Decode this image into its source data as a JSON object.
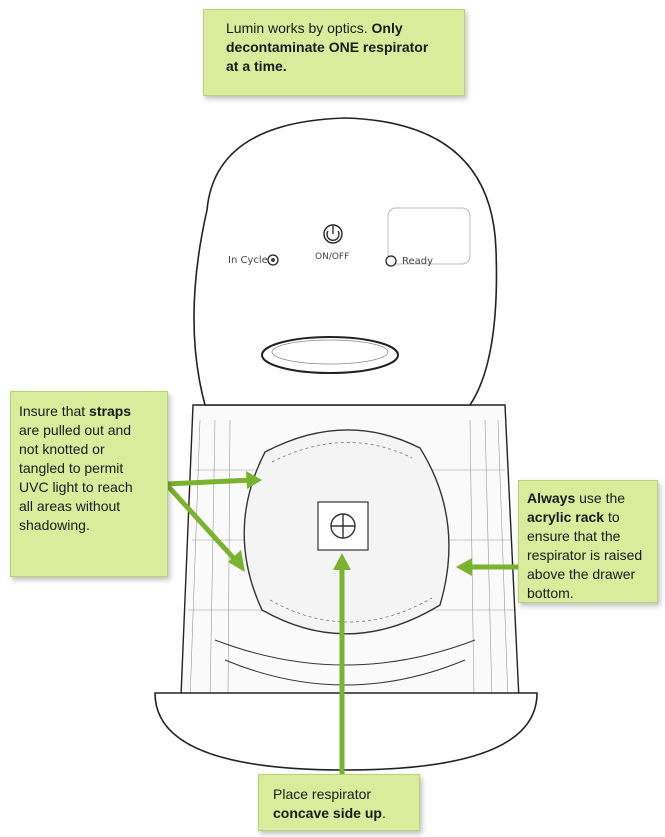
{
  "callouts": {
    "top": {
      "line1": "Lumin works by optics.",
      "line1_bold": "Only",
      "line2_bold": "decontaminate ONE respirator",
      "line3_bold": "at a time."
    },
    "left": {
      "t1": "Insure that",
      "t1_bold": "straps",
      "t2": "are pulled out and",
      "t3": "not knotted or",
      "t4": "tangled to permit",
      "t5": "UVC light to reach",
      "t6": "all areas without",
      "t7": "shadowing."
    },
    "right": {
      "t1_bold": "Always",
      "t1": "use the",
      "t2_bold": "acrylic rack",
      "t2": "to",
      "t3": "ensure that the",
      "t4": "respirator is raised",
      "t5": "above the drawer",
      "t6": "bottom."
    },
    "bottom": {
      "t1": "Place respirator",
      "t2_bold": "concave side up",
      "t2": "."
    }
  },
  "device_labels": {
    "in_cycle": "In Cycle",
    "on_off": "ON/OFF",
    "ready": "Ready"
  },
  "colors": {
    "callout_fill": "#d9ec9c",
    "arrow": "#7ab32e"
  }
}
